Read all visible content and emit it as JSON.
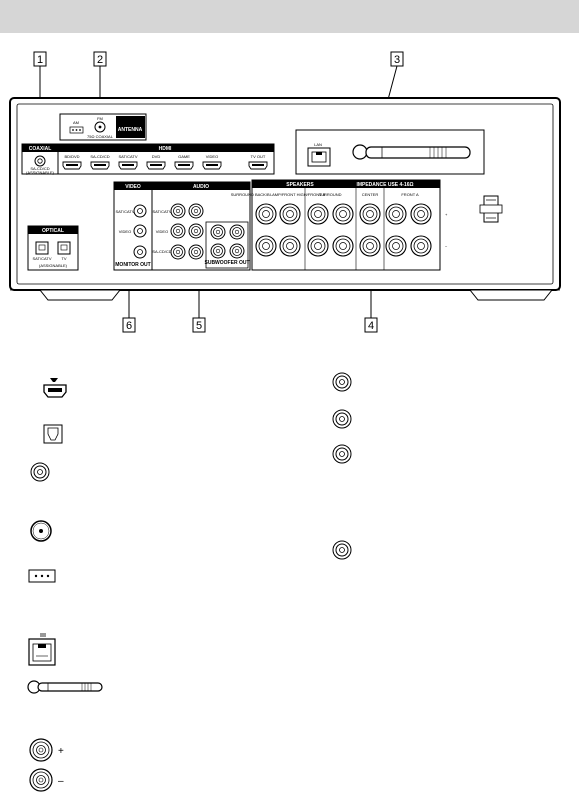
{
  "colors": {
    "header_bar": "#d6d6d6",
    "ink": "#000000",
    "panel": "#ffffff"
  },
  "callouts": [
    "1",
    "2",
    "3",
    "4",
    "5",
    "6"
  ],
  "panel": {
    "coaxial": "COAXIAL",
    "coaxial_sub": "SA-CD/CD",
    "coaxial_sub2": "(ASSIGNABLE)",
    "antenna": "ANTENNA",
    "am": "AM",
    "fm": "FM",
    "fm_sub": "75Ω COAXIAL",
    "hdmi": "HDMI",
    "hdmi_ports": [
      "BD/DVD",
      "SA-CD/CD",
      "SAT/CATV",
      "DVD",
      "GAME",
      "VIDEO",
      "TV OUT"
    ],
    "optical": "OPTICAL",
    "optical_ports": [
      "SAT/CATV",
      "TV"
    ],
    "optical_sub": "(ASSIGNABLE)",
    "video": "VIDEO",
    "video_ports": [
      "SAT/CATV",
      "VIDEO"
    ],
    "monitor_out": "MONITOR OUT",
    "audio": "AUDIO",
    "audio_ports": [
      "SAT/CATV",
      "VIDEO",
      "SA-CD/CD"
    ],
    "subwoofer_out": "SUBWOOFER OUT",
    "speakers": "SPEAKERS",
    "impedance": "IMPEDANCE USE 4-16Ω",
    "speaker_groups": [
      "SURROUND BACK/BI-AMP/FRONT HIGH/FRONT B",
      "SURROUND",
      "CENTER",
      "FRONT A"
    ],
    "lan": "LAN",
    "plus": "+",
    "minus": "−"
  },
  "legend_left": {
    "plus": "+",
    "minus": "–"
  }
}
